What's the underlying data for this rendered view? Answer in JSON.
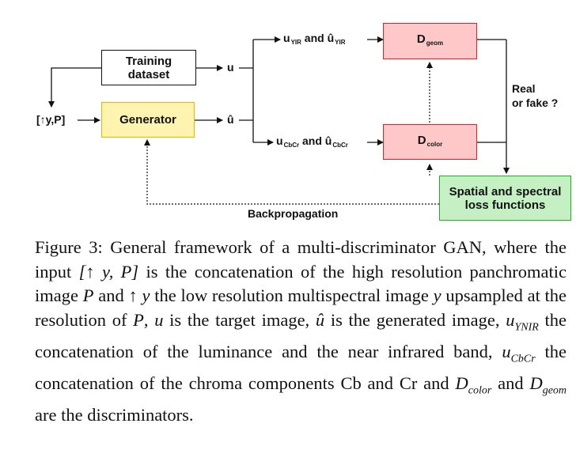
{
  "diagram": {
    "training_label": "Training dataset",
    "generator_label": "Generator",
    "dgeom_main": "D",
    "dgeom_sub": "geom",
    "dcolor_main": "D",
    "dcolor_sub": "color",
    "loss_label": "Spatial and spectral loss functions",
    "input_label": "[↑y,P]",
    "u_label": "u",
    "uhat_label": "û",
    "yir_pre": "u",
    "yir_sub": "YIR",
    "yir_and": "and û",
    "yir_sub2": "YIR",
    "cbcr_pre": "u",
    "cbcr_sub": "CbCr",
    "cbcr_and": "and û",
    "cbcr_sub2": "CbCr",
    "real_fake_line1": "Real",
    "real_fake_line2": "or fake ?",
    "backprop_label": "Backpropagation",
    "colors": {
      "generator_fill": "#fff3b0",
      "generator_border": "#e0b800",
      "disc_fill": "#ffc8c8",
      "disc_border": "#e02020",
      "loss_fill": "#c4f0c4",
      "loss_border": "#20b020"
    }
  },
  "caption": {
    "prefix": "Figure 3: General framework of a multi-discriminator GAN, where the input",
    "input_expr": "[↑ y, P]",
    "t1": "is the concatenation of the high resolution panchromatic image",
    "P": "P",
    "t2": "and",
    "up_y": "↑ y",
    "t3": "the low resolution multispectral image",
    "y": "y",
    "t4": "upsampled at the resolution of",
    "P2": "P",
    "t5": ",",
    "u": "u",
    "t6": "is the target image,",
    "uhat": "û",
    "t7": "is the generated image,",
    "uynir_base": "u",
    "uynir_sub": "YNIR",
    "t8": "the concatenation of the luminance and the near infrared band,",
    "ucbcr_base": "u",
    "ucbcr_sub": "CbCr",
    "t9": "the concatenation of the chroma components Cb and Cr and",
    "dcolor_base": "D",
    "dcolor_sub": "color",
    "t10": "and",
    "dgeom_base": "D",
    "dgeom_sub": "geom",
    "t11": "are the discriminators."
  }
}
